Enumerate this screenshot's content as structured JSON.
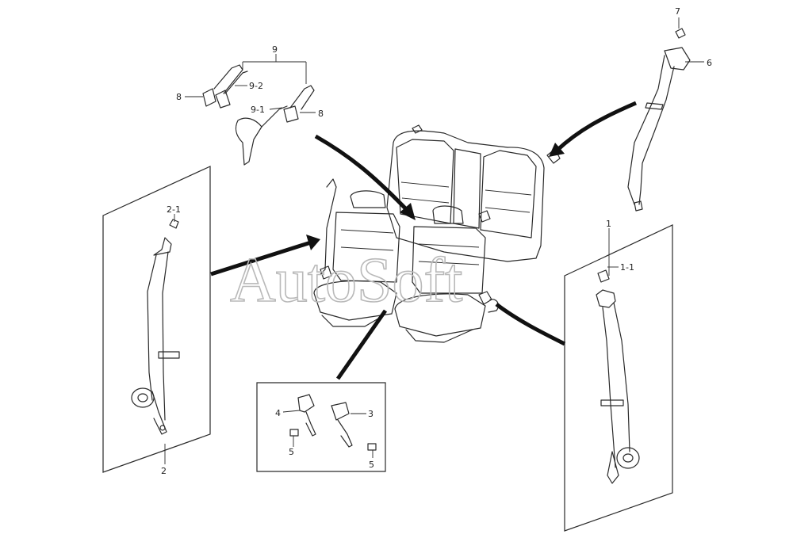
{
  "watermark": "AutoSoft",
  "callouts": {
    "c1": "1",
    "c1_1": "1-1",
    "c2": "2",
    "c2_1": "2-1",
    "c3": "3",
    "c4": "4",
    "c5a": "5",
    "c5b": "5",
    "c6": "6",
    "c7": "7",
    "c8a": "8",
    "c8b": "8",
    "c9": "9",
    "c9_1": "9-1",
    "c9_2": "9-2"
  },
  "colors": {
    "line": "#2a2a2a",
    "arrow": "#111111",
    "watermark": "#b9b9b9",
    "background": "#ffffff"
  }
}
